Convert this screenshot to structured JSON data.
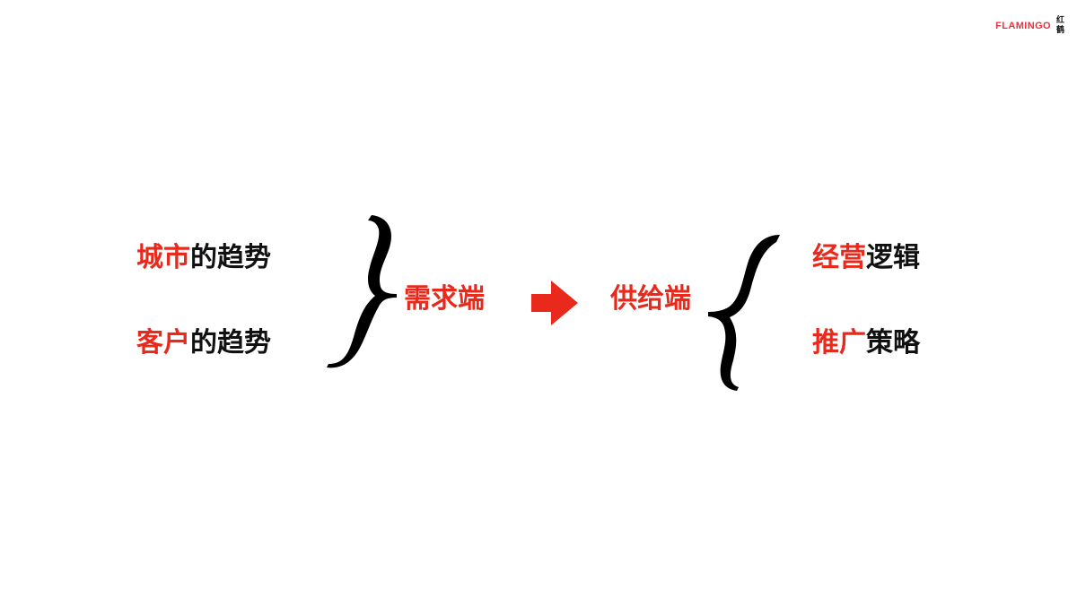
{
  "brand": {
    "name": "FLAMINGO",
    "cn_top": "红",
    "cn_bottom": "鹤"
  },
  "left_items": [
    {
      "highlight": "城市",
      "rest": "的趋势"
    },
    {
      "highlight": "客户",
      "rest": "的趋势"
    }
  ],
  "center": {
    "demand": "需求端",
    "supply": "供给端"
  },
  "right_items": [
    {
      "highlight": "经营",
      "rest": "逻辑"
    },
    {
      "highlight": "推广",
      "rest": "策略"
    }
  ],
  "colors": {
    "accent": "#e8291c",
    "text": "#111111",
    "brand": "#e8323c"
  },
  "icons": {
    "arrow": "right-arrow-icon",
    "brace_close": "right-brace-icon",
    "brace_open": "left-brace-icon"
  }
}
